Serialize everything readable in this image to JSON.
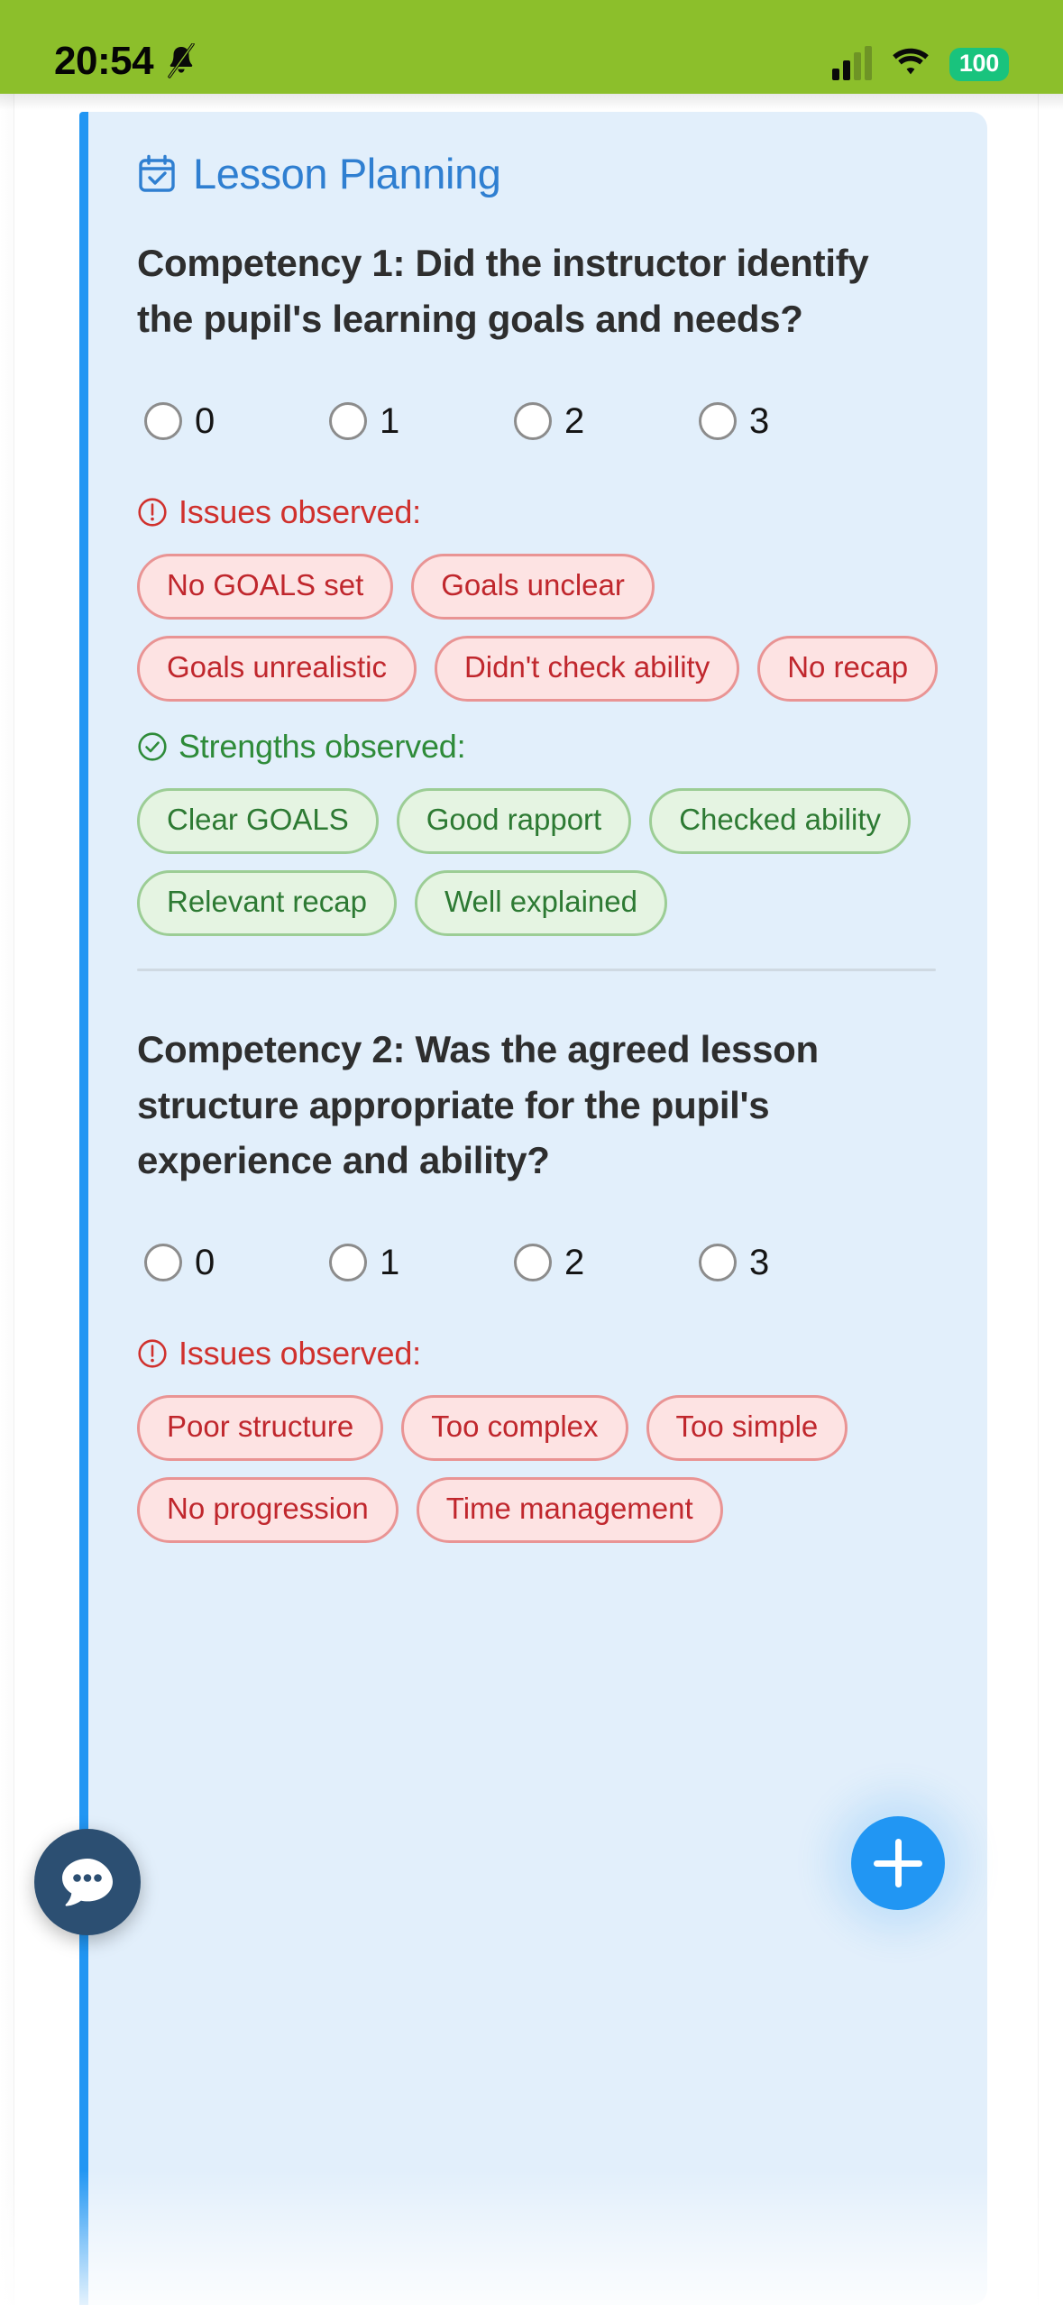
{
  "status_bar": {
    "time": "20:54",
    "bell_icon": "bell-muted-icon",
    "signal_icon": "cellular-signal-icon",
    "wifi_icon": "wifi-icon",
    "battery_level": "100",
    "background_color": "#8cbf2b",
    "battery_color": "#19c37d"
  },
  "card": {
    "accent_color": "#2196f3",
    "background_color": "#e2effb",
    "title": "Lesson Planning",
    "title_icon": "calendar-check-icon",
    "competencies": [
      {
        "question": "Competency 1: Did the instructor identify the pupil's learning goals and needs?",
        "rating_options": [
          "0",
          "1",
          "2",
          "3"
        ],
        "selected_rating": null,
        "issues_label": "Issues observed:",
        "issues_icon": "exclamation-circle-icon",
        "issues": [
          "No GOALS set",
          "Goals unclear",
          "Goals unrealistic",
          "Didn't check ability",
          "No recap"
        ],
        "strengths_label": "Strengths observed:",
        "strengths_icon": "check-circle-icon",
        "strengths": [
          "Clear GOALS",
          "Good rapport",
          "Checked ability",
          "Relevant recap",
          "Well explained"
        ]
      },
      {
        "question": "Competency 2: Was the agreed lesson structure appropriate for the pupil's experience and ability?",
        "rating_options": [
          "0",
          "1",
          "2",
          "3"
        ],
        "selected_rating": null,
        "issues_label": "Issues observed:",
        "issues_icon": "exclamation-circle-icon",
        "issues": [
          "Poor structure",
          "Too complex",
          "Too simple",
          "No progression",
          "Time management"
        ]
      }
    ]
  },
  "floating_buttons": {
    "chat": {
      "icon": "chat-bubble-dots-icon",
      "color": "#2c4f72"
    },
    "add": {
      "icon": "plus-icon",
      "color": "#2196f3"
    }
  },
  "colors": {
    "issue_text": "#c0272d",
    "issue_fill": "#fde3e3",
    "issue_border": "#e99494",
    "strength_text": "#2d7a33",
    "strength_fill": "#e5f4e2",
    "strength_border": "#9ccd95",
    "question_text": "#2e2e2e"
  }
}
